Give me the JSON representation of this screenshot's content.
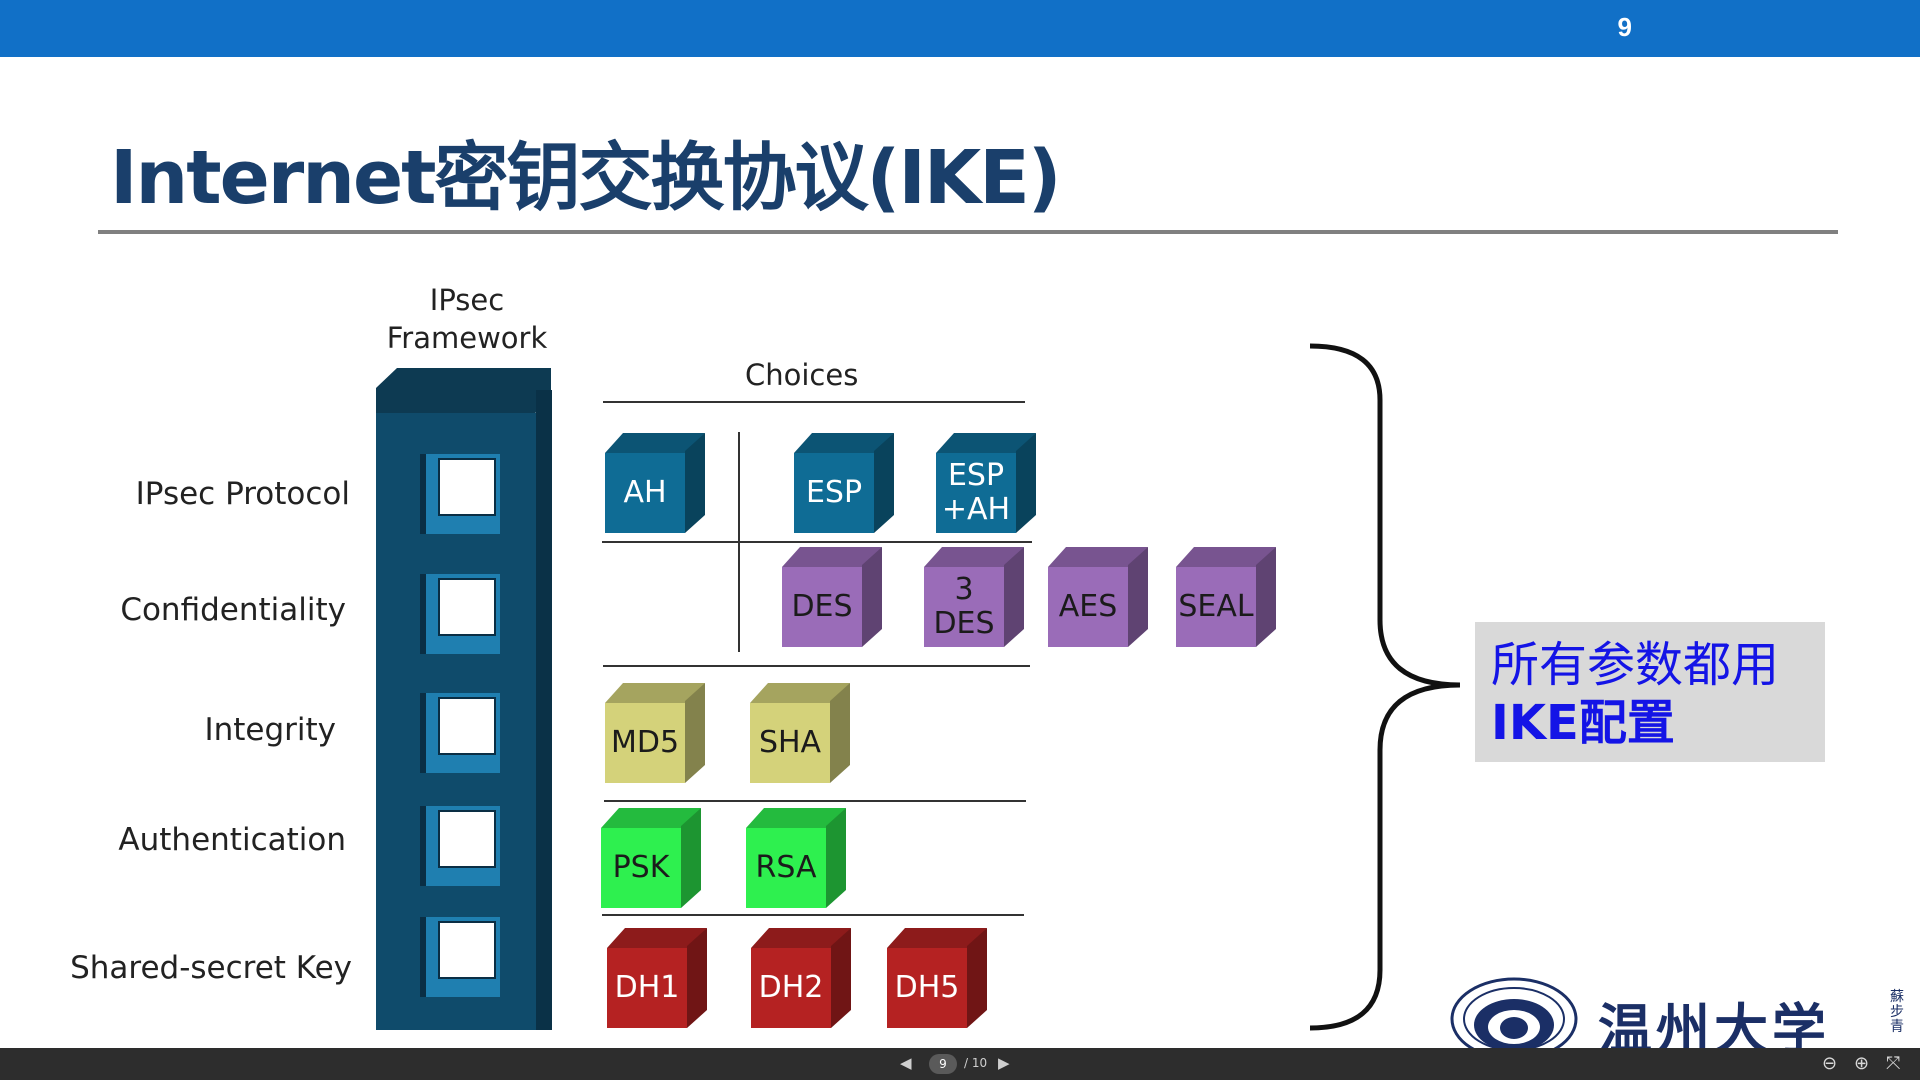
{
  "slide": {
    "page_number": "9",
    "title": "Internet密钥交换协议(IKE)"
  },
  "diagram": {
    "framework_title_line1": "IPsec",
    "framework_title_line2": "Framework",
    "choices_label": "Choices",
    "rows": [
      {
        "label": "IPsec Protocol",
        "options": [
          "AH",
          "ESP",
          "ESP\n+AH"
        ]
      },
      {
        "label": "Confidentiality",
        "options": [
          "DES",
          "3\nDES",
          "AES",
          "SEAL"
        ]
      },
      {
        "label": "Integrity",
        "options": [
          "MD5",
          "SHA"
        ]
      },
      {
        "label": "Authentication",
        "options": [
          "PSK",
          "RSA"
        ]
      },
      {
        "label": "Shared-secret Key",
        "options": [
          "DH1",
          "DH2",
          "DH5"
        ]
      }
    ],
    "colors": {
      "ipsec_protocol": "#0f6c95",
      "confidentiality": "#9a6cb8",
      "integrity": "#d4d27a",
      "authentication": "#2ef04f",
      "shared_secret_key": "#b52222",
      "framework": "#0f4b6b"
    }
  },
  "callout": {
    "line1": "所有参数都用",
    "line2": "IKE配置"
  },
  "logo": {
    "text": "温州大学",
    "side_text": "蘇步青"
  },
  "footer": {
    "prev_icon": "triangle-left-icon",
    "next_icon": "triangle-right-icon",
    "current_page": "9",
    "total_pages": "/ 10",
    "zoom_out_icon": "zoom-out-icon",
    "zoom_in_icon": "zoom-in-icon",
    "exit_fullscreen_icon": "exit-fullscreen-icon"
  }
}
